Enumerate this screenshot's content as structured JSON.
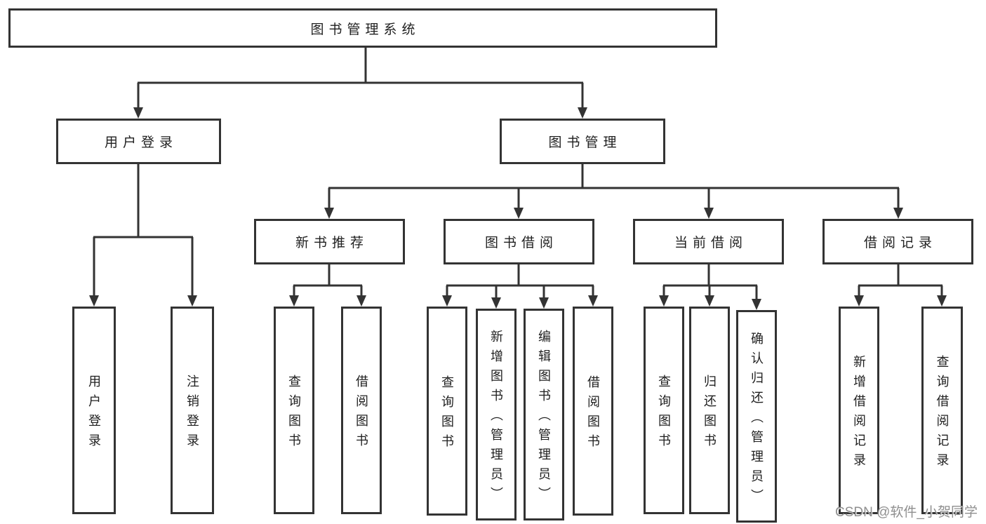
{
  "diagram_title": "图书管理系统",
  "tree": {
    "label": "图书管理系统",
    "children": [
      {
        "label": "用户登录",
        "children": [
          {
            "label": "用户登录"
          },
          {
            "label": "注销登录"
          }
        ]
      },
      {
        "label": "图书管理",
        "children": [
          {
            "label": "新书推荐",
            "children": [
              {
                "label": "查询图书"
              },
              {
                "label": "借阅图书"
              }
            ]
          },
          {
            "label": "图书借阅",
            "children": [
              {
                "label": "查询图书"
              },
              {
                "label": "新增图书（管理员）"
              },
              {
                "label": "编辑图书（管理员）"
              },
              {
                "label": "借阅图书"
              }
            ]
          },
          {
            "label": "当前借阅",
            "children": [
              {
                "label": "查询图书"
              },
              {
                "label": "归还图书"
              },
              {
                "label": "确认归还（管理员）"
              }
            ]
          },
          {
            "label": "借阅记录",
            "children": [
              {
                "label": "新增借阅记录"
              },
              {
                "label": "查询借阅记录"
              }
            ]
          }
        ]
      }
    ]
  },
  "watermark": "CSDN @软件_小贺同学",
  "colors": {
    "line": "#333333",
    "box_border": "#333333",
    "text": "#1f1f1f",
    "background": "#ffffff",
    "watermark": "#8f8f8f"
  }
}
